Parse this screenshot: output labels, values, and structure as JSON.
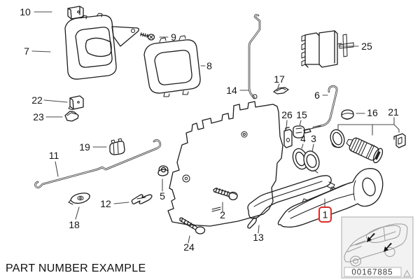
{
  "page": {
    "title": "PART NUMBER EXAMPLE"
  },
  "diagram": {
    "kind": "exploded-parts-diagram-door-handle-and-lock",
    "highlighted_label": "1",
    "labels": {
      "p1": "1",
      "p2": "2",
      "p3": "3",
      "p4": "4",
      "p5": "5",
      "p6": "6",
      "p7": "7",
      "p8": "8",
      "p9": "9",
      "p10": "10",
      "p11": "11",
      "p12": "12",
      "p13": "13",
      "p14": "14",
      "p15": "15",
      "p16": "16",
      "p17": "17",
      "p18": "18",
      "p19": "19",
      "p21": "21",
      "p22": "22",
      "p23": "23",
      "p24": "24",
      "p25": "25",
      "p26": "26"
    }
  },
  "inset": {
    "part_number": "00167885"
  },
  "colors": {
    "line": "#1c1c1c",
    "highlight_red": "#d92b25",
    "inset_background": "#f2f2f2",
    "inset_border": "#a9a9a9",
    "car_line": "#9b9b9b",
    "text": "#161616"
  }
}
